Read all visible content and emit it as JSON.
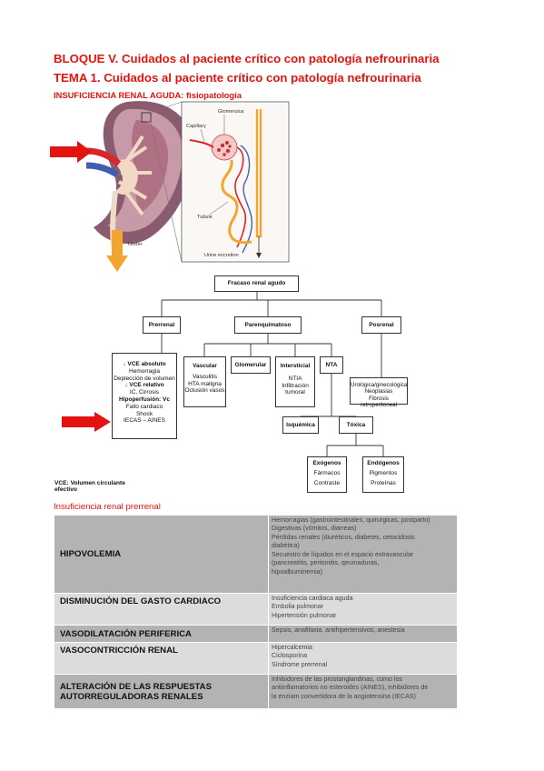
{
  "header": {
    "bloque": "BLOQUE V. Cuidados al paciente crítico con patología nefrourinaria",
    "tema": "TEMA 1. Cuidados al paciente crítico con patología nefrourinaria",
    "section": "INSUFICIENCIA RENAL AGUDA: fisiopatología"
  },
  "kidney_figure": {
    "labels": {
      "glomerulus": "Glomerulus",
      "capillary": "Capillary",
      "tubule": "Tubule",
      "ureter": "Ureter",
      "urine_excretion": "Urine excretion"
    },
    "colors": {
      "arrow_red": "#e3140f",
      "arrow_yellow": "#f2a52f"
    }
  },
  "flowchart": {
    "root": "Fracaso renal agudo",
    "prerrenal": {
      "title": "Prerrenal",
      "lines": [
        "↓ VCE absoluto",
        "Hemorragia",
        "Deplección de volumen",
        "↓ VCE relativo",
        "IC, Cirrosis",
        "Hipoperfusión: Vc",
        "Fallo cardiaco",
        "Shock",
        "IECAS – AINES"
      ]
    },
    "parenquimatoso": {
      "title": "Parenquimatoso",
      "vascular": {
        "title": "Vascular",
        "lines": [
          "Vasculitis",
          "HTA maligna",
          "Oclusión vasos"
        ]
      },
      "glomerular": {
        "title": "Glomerular"
      },
      "intersticial": {
        "title": "Intersticial",
        "lines": [
          "NTIA",
          "Infiltración",
          "tumoral"
        ]
      },
      "nta": {
        "title": "NTA"
      },
      "isquemica": "Isquémica",
      "toxica": "Tóxica",
      "exogenos": {
        "title": "Exógenos",
        "lines": [
          "Fármacos",
          "Contraste"
        ]
      },
      "endogenos": {
        "title": "Endógenos",
        "lines": [
          "Pigmentos",
          "Proteínas"
        ]
      }
    },
    "posrenal": {
      "title": "Posrenal",
      "lines": [
        "Urológica/ginecológica",
        "Neoplasias",
        "Fibrosis retroperitoneal"
      ]
    },
    "caption_line1": "VCE: Volumen circulante",
    "caption_line2": "efectivo"
  },
  "prerrenal_heading": "Insuficiencia renal prerrenal",
  "table": {
    "rows": [
      {
        "label": "HIPOVOLEMIA",
        "values": [
          "Hemorragias (gastrointestinales, quirurgicas, postparto)",
          "Digestivas (vómitos, diarreas)",
          "Pérdidas renales (diuréticos, diabetes, cetocidosis",
          "diabética)",
          "Secuestro de líquidos en el espacio extravascular",
          "(pancreatitis, peritonitis, qeumaduras,",
          "hipoalbuminemia)"
        ]
      },
      {
        "label": "DISMINUCIÓN DEL GASTO CARDIACO",
        "values": [
          "Insuficiencia cardiaca aguda",
          "Embolia pulmonar",
          "Hipertensión pulmonar"
        ]
      },
      {
        "label": "VASODILATACIÓN PERIFERICA",
        "values": [
          "Sepsis, anafilaxia, antihipertensivos, anestesia"
        ]
      },
      {
        "label": "VASOCONTRICCIÓN RENAL",
        "values": [
          "Hipercalcemia",
          "Ciclosporina",
          "Síndrome prerrenal"
        ]
      },
      {
        "label_line1": "ALTERACIÓN DE LAS RESPUESTAS",
        "label_line2": "AUTORREGULADORAS RENALES",
        "values": [
          "Inhibidores de las prostanglandinas, como los",
          "antiinflamatorios no esteroides (AINES), inhibidores de",
          "la enziam convertidora de la angiotensina (IECAS)"
        ]
      }
    ]
  }
}
